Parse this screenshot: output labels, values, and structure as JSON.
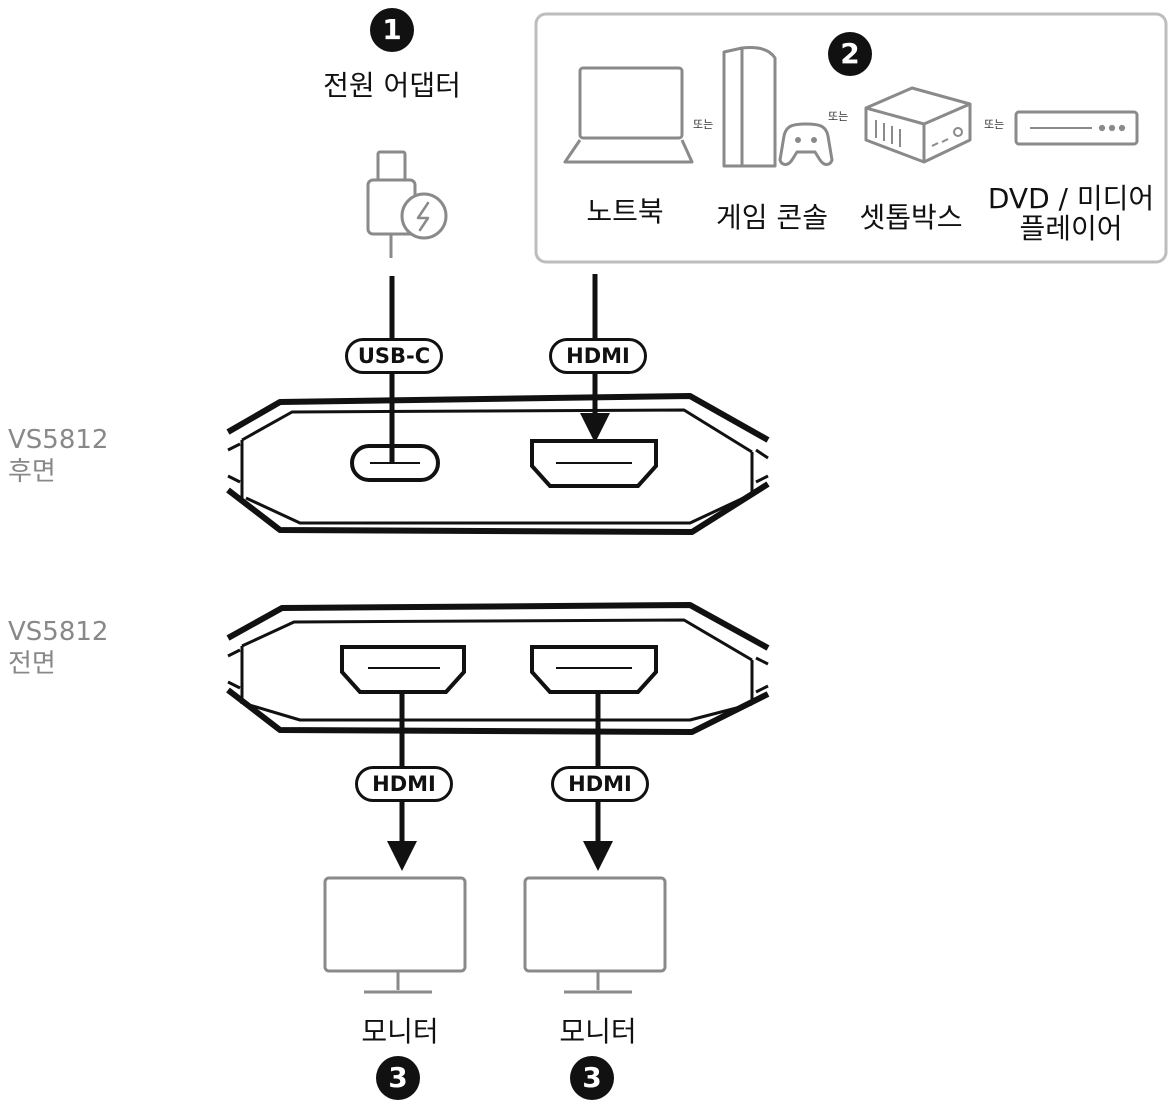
{
  "steps": {
    "power": "1",
    "sources": "2",
    "monitor_left": "3",
    "monitor_right": "3"
  },
  "power_adapter": {
    "label": "전원 어댑터"
  },
  "sources": {
    "laptop": "노트북",
    "game_console": "게임 콘솔",
    "settop_box": "셋톱박스",
    "dvd_player_line1": "DVD / 미디어",
    "dvd_player_line2": "플레이어",
    "or_label": "또는"
  },
  "connectors": {
    "usbc": "USB-C",
    "hdmi_in": "HDMI",
    "hdmi_out_left": "HDMI",
    "hdmi_out_right": "HDMI"
  },
  "device": {
    "rear_model": "VS5812",
    "rear_side": "후면",
    "front_model": "VS5812",
    "front_side": "전면"
  },
  "outputs": {
    "monitor_left": "모니터",
    "monitor_right": "모니터"
  },
  "colors": {
    "line": "#111111",
    "icon_gray": "#8a8a8a",
    "panel_border": "#bdbdbd",
    "side_label": "#888888"
  }
}
